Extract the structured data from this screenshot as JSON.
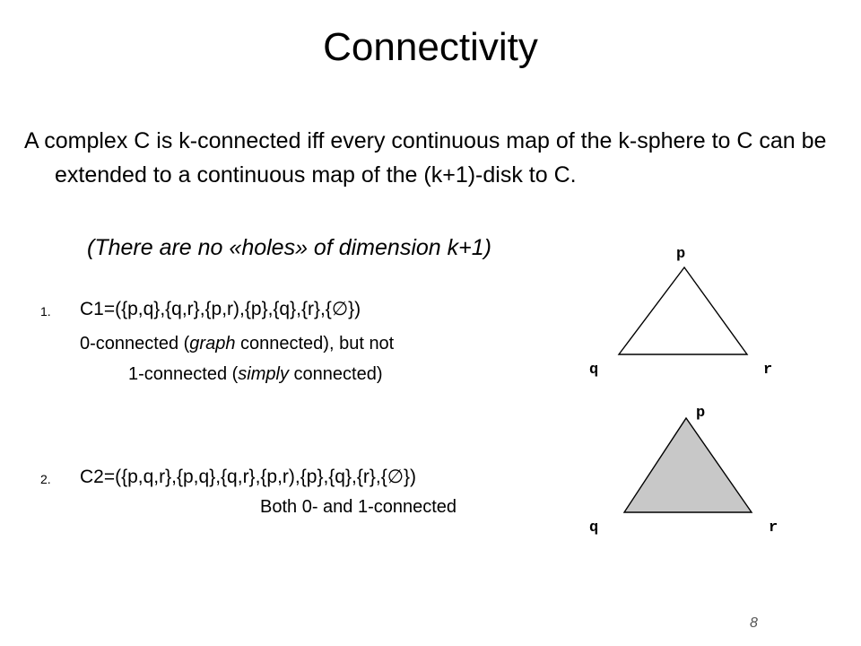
{
  "slide": {
    "title": "Connectivity",
    "definition": "A complex C is k-connected iff every continuous map of the k-sphere to C can be extended to a continuous map of the (k+1)-disk to C.",
    "note": "(There are no «holes» of dimension k+1)",
    "items": [
      {
        "number": "1.",
        "formula": "C1=({p,q},{q,r},{p,r),{p},{q},{r},{∅})",
        "line1_pre": "0-connected (",
        "line1_em": "graph",
        "line1_post": " connected), but not",
        "line2_pre": "1-connected (",
        "line2_em": "simply",
        "line2_post": " connected)"
      },
      {
        "number": "2.",
        "formula": "C2=({p,q,r},{p,q},{q,r},{p,r),{p},{q},{r},{∅})",
        "line1": "Both 0- and 1-connected"
      }
    ],
    "triangle1": {
      "top": "p",
      "left": "q",
      "right": "r",
      "fill": "none"
    },
    "triangle2": {
      "top": "p",
      "left": "q",
      "right": "r",
      "fill": "#c8c8c8"
    },
    "page_number": "8"
  }
}
